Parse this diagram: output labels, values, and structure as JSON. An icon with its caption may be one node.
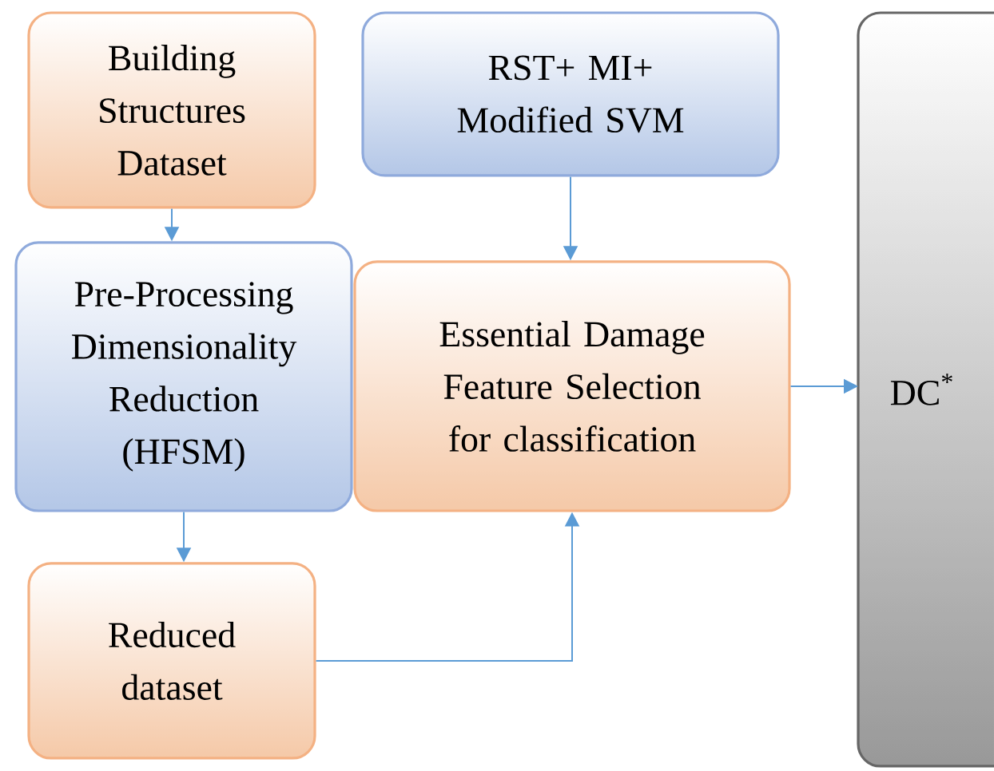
{
  "diagram": {
    "nodes": [
      {
        "text": [
          "Building Structures Dataset"
        ]
      },
      {
        "text": [
          "RST+ MI+ Modified SVM"
        ]
      },
      {
        "text": [
          "DC$^{*}$"
        ]
      },
      {
        "text": [
          "Pre-Processing Dimensionality Reduction (HFSM)"
        ]
      },
      {
        "text": [
          "Essential Damage Feature Selection for classification"
        ]
      },
      {
        "text": [
          "Reduced dataset"
        ]
      }
    ],
    "edges": [
      {
        "from": 0,
        "to": 3,
        "arrow": "to"
      },
      {
        "from": 1,
        "to": 4,
        "arrow": "to"
      },
      {
        "from": 4,
        "to": 2,
        "arrow": "to"
      },
      {
        "from": 3,
        "to": 5,
        "arrow": "to"
      },
      {
        "from": 5,
        "to": 4,
        "arrow": "to"
      }
    ]
  }
}
